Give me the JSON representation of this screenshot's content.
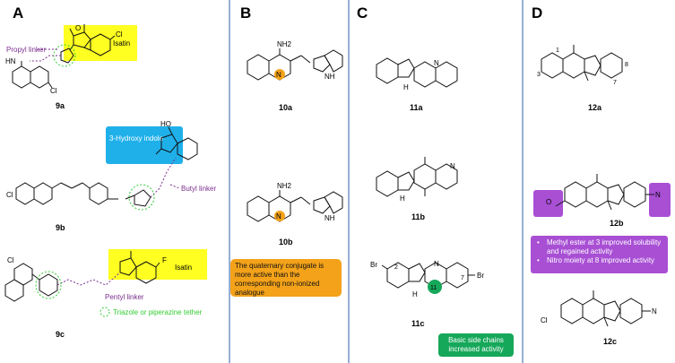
{
  "panels": [
    {
      "letter": "A"
    },
    {
      "letter": "B"
    },
    {
      "letter": "C"
    },
    {
      "letter": "D"
    }
  ],
  "labels": {
    "isatin": "Isatin",
    "propyl_linker": "Propyl linker",
    "hydroxyindole": "3-Hydroxy indole",
    "butyl_linker": "Butyl linker",
    "pentyl_linker": "Pentyl linker",
    "tether_legend": "Triazole or piperazine tether"
  },
  "compounds": {
    "c9a": "9a",
    "c9b": "9b",
    "c9c": "9c",
    "c10a": "10a",
    "c10b": "10b",
    "c11a": "11a",
    "c11b": "11b",
    "c11c": "11c",
    "c12a": "12a",
    "c12b": "12b",
    "c12c": "12c"
  },
  "atoms": {
    "HN": "HN",
    "NH": "NH",
    "N": "N",
    "O": "O",
    "Cl": "Cl",
    "F": "F",
    "Br": "Br",
    "HO": "HO",
    "H": "H",
    "NH2": "NH2",
    "n2": "2",
    "n7": "7",
    "n11": "11",
    "n1": "1",
    "n3": "3",
    "n8": "8"
  },
  "notes": {
    "b": "The quaternary conjugate is more active than the corresponding non-ionized analogue",
    "c": "Basic side chains increased activity",
    "d": [
      "Methyl ester at 3 improved solubility and regained activity",
      "Nitro moiety at 8 improved activity"
    ]
  },
  "colors": {
    "isatin": "#ffff22",
    "hydroxyindole": "#1fb0ea",
    "linker_text": "#7a2e8e",
    "tether": "#33cc33",
    "divider": "#2b5fa8",
    "note_b": "#f3a21a",
    "note_c": "#16a85a",
    "note_d": "#a84fd4"
  }
}
